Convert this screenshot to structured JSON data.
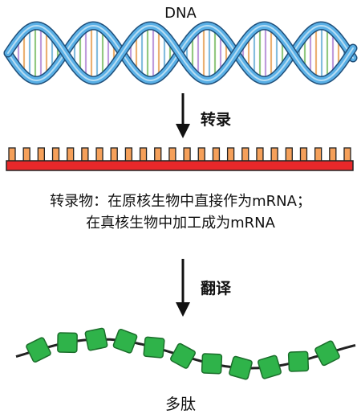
{
  "labels": {
    "dna": "DNA",
    "transcription": "转录",
    "transcript_line1": "转录物：在原核生物中直接作为mRNA；",
    "transcript_line2": "在真核生物中加工成为mRNA",
    "translation": "翻译",
    "polypeptide": "多肽"
  },
  "colors": {
    "dna_strand": "#5ab0e6",
    "dna_strand_dark": "#1f4f7a",
    "rna_bar": "#e8282a",
    "rna_teeth": "#f5a05a",
    "amino_acid": "#2fb34a",
    "amino_acid_dark": "#1b6e2b",
    "chain": "#222222"
  },
  "icons": {
    "arrow": "down-arrow-icon"
  },
  "rna": {
    "nucleotide_count": 24
  },
  "polypeptide": {
    "amino_acid_count": 11
  }
}
